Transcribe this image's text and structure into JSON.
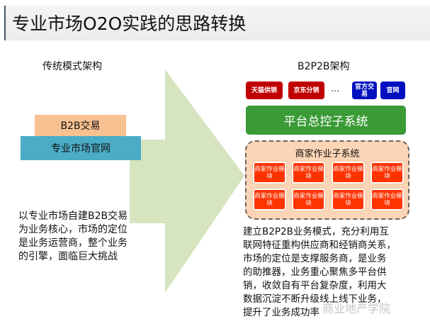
{
  "title": "专业市场O2O实践的思路转换",
  "left": {
    "heading": "传统模式架构",
    "b2b_box": "B2B交易",
    "site_box": "专业市场官网",
    "description": [
      "以专业市场自建B2B交易",
      "为业务核心，市场的定位",
      "是业务运营商，整个业务",
      "的引擎，面临巨大挑战"
    ]
  },
  "right": {
    "heading": "B2P2B架构",
    "channels": [
      {
        "label": "天猫供销",
        "color": "#c00000"
      },
      {
        "label": "京东分销",
        "color": "#c00000"
      },
      {
        "label": "…"
      },
      {
        "label": "官方交易",
        "color": "#0010c0"
      },
      {
        "label": "官网",
        "color": "#0010c0"
      }
    ],
    "platform": "平台总控子系统",
    "merchant_title": "商家作业子系统",
    "module_label": "商家作业模块",
    "description": [
      "建立B2P2B业务模式，充分利用互",
      "联网特征重构供应商和经销商关系，",
      "市场的定位是支撑服务商，是业务",
      "的助推器，业务重心聚焦多平台供",
      "销，收敛自有平台复杂度，利用大",
      "数据沉淀不断升级线上线下业务，",
      "提升了业务成功率"
    ]
  },
  "watermark": "商业地产学院",
  "arrow_color": "#d6e4bf"
}
